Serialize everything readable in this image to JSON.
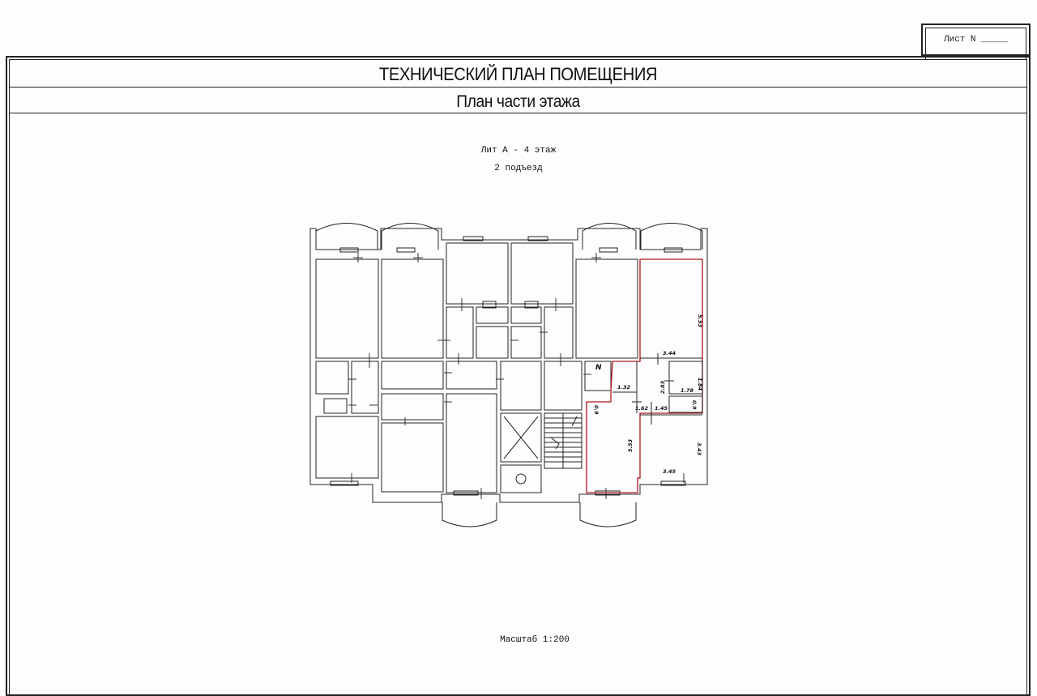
{
  "sheet_label": "Лист N _____",
  "document_title": "ТЕХНИЧЕСКИЙ ПЛАН ПОМЕЩЕНИЯ",
  "plan_subtitle": "План части этажа",
  "floor_caption": "Лит А - 4 этаж",
  "entrance_caption": "2 подъезд",
  "north_mark": "N",
  "scale_caption": "Масштаб 1:200",
  "dimensions": {
    "top_room_height": "5.53",
    "top_room_width": "3.44",
    "hall_width": "1.32",
    "corridor_h": "2.83",
    "bath_width": "1.78",
    "bath_height": "1.84",
    "wc_width": "1.45",
    "wc_height": "0.9",
    "corridor_w": "1.62",
    "door_gap": "0.9",
    "left_room_height": "5.53",
    "bottom_room_height": "3.43",
    "bottom_room_width": "3.45"
  },
  "colors": {
    "line": "#222222",
    "highlight": "#b0191e"
  }
}
